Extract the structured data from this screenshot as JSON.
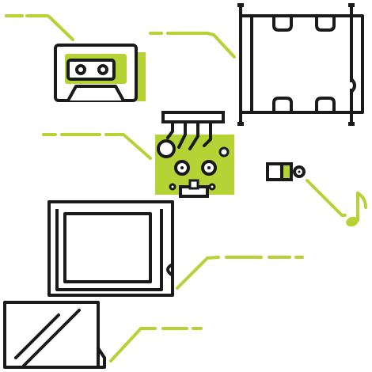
{
  "colors": {
    "ink": "#1a1a1a",
    "accent": "#b5d334",
    "background": "#ffffff"
  },
  "parts": [
    {
      "id": "cassette-tape",
      "icon": "cassette-icon"
    },
    {
      "id": "cassette-shell",
      "icon": "shell-frame-icon"
    },
    {
      "id": "circuit-board",
      "icon": "pcb-icon"
    },
    {
      "id": "audio-jack",
      "icon": "jack-icon"
    },
    {
      "id": "music-note",
      "icon": "music-note-icon"
    },
    {
      "id": "front-frame",
      "icon": "frame-icon"
    },
    {
      "id": "glass-panel",
      "icon": "glass-panel-icon"
    }
  ]
}
